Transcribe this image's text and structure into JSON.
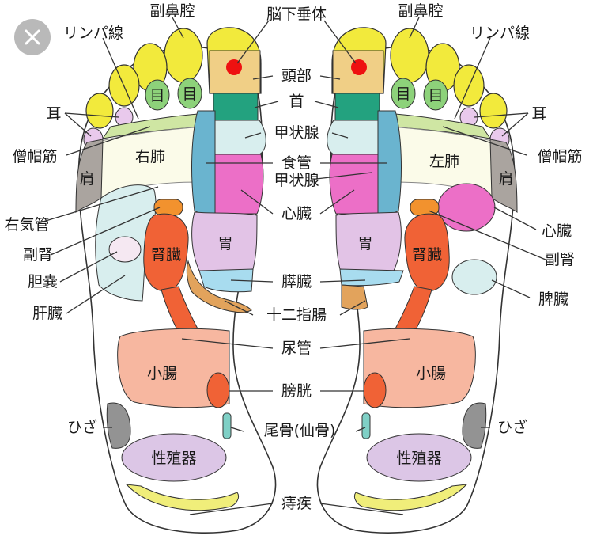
{
  "labels": {
    "nose_sinus": "副鼻腔",
    "pituitary": "脳下垂体",
    "lymph": "リンパ線",
    "head": "頭部",
    "eye": "目",
    "ear": "耳",
    "neck": "首",
    "trapezius": "僧帽筋",
    "thyroid": "甲状腺",
    "right_lung": "右肺",
    "left_lung": "左肺",
    "esophagus": "食管",
    "shoulder": "肩",
    "thyroid2": "甲状腺",
    "right_bronchus": "右気管",
    "heart": "心臓",
    "adrenal": "副腎",
    "kidney": "腎臓",
    "stomach": "胃",
    "gallbladder": "胆嚢",
    "pancreas": "膵臓",
    "spleen": "脾臓",
    "liver": "肝臓",
    "duodenum": "十二指腸",
    "ureter": "尿管",
    "small_intestine": "小腸",
    "bladder": "膀胱",
    "knee": "ひざ",
    "coccyx": "尾骨(仙骨)",
    "genitals": "性殖器",
    "hemorrhoids": "痔疾"
  },
  "colors": {
    "yellow": "#f2ea3c",
    "green": "#8dd27a",
    "teal": "#23a27f",
    "head": "#f0cf86",
    "red_dot": "#ee1111",
    "lavender": "#d9b8e0",
    "lightgreen": "#cfe6a3",
    "blue": "#6ab4cf",
    "paleblue": "#d8eeee",
    "pink": "#ec6fc7",
    "orange": "#f06236",
    "lightorange": "#f2922e",
    "gray": "#aaa49f",
    "violet": "#e2c3e6",
    "tan": "#e2a35c",
    "skyblue": "#a8dcef",
    "salmon": "#f7b7a0",
    "purple_band": "#dcc6e6",
    "yellow_band": "#f0ee7a",
    "darkgray": "#939393"
  },
  "close_icon": "close-icon"
}
